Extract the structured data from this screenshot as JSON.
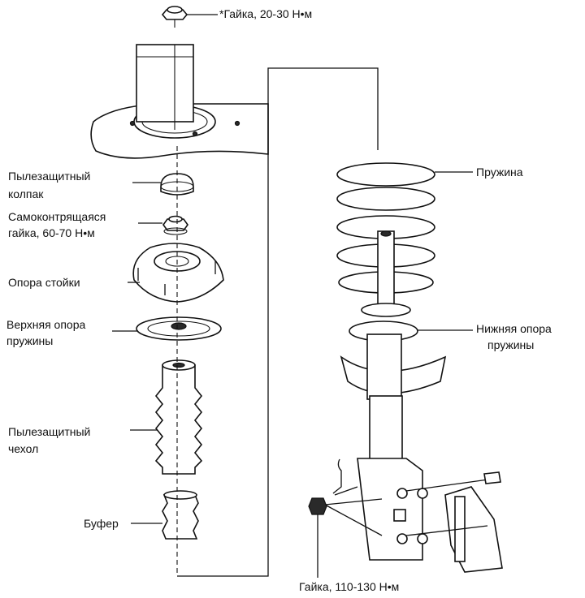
{
  "labels": {
    "top_nut": "*Гайка, 20-30 Н•м",
    "dust_cap_1": "Пылезащитный",
    "dust_cap_2": "колпак",
    "lock_nut_1": "Самоконтрящаяся",
    "lock_nut_2": "гайка, 60-70 Н•м",
    "strut_mount": "Опора стойки",
    "upper_seat_1": "Верхняя опора",
    "upper_seat_2": "пружины",
    "dust_boot_1": "Пылезащитный",
    "dust_boot_2": "чехол",
    "bumper": "Буфер",
    "spring": "Пружина",
    "lower_seat_1": "Нижняя опора",
    "lower_seat_2": "пружины",
    "bottom_nut": "Гайка, 110-130 Н•м"
  }
}
